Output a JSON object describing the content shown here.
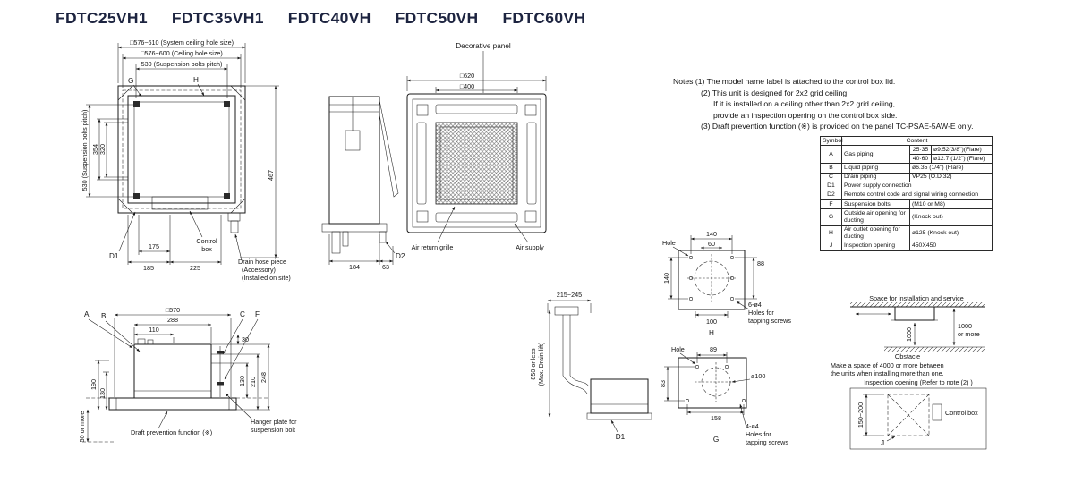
{
  "page": {
    "bg": "#ffffff",
    "ink": "#141414",
    "title_color": "#1d2440"
  },
  "models": {
    "m1": "FDTC25VH1",
    "m2": "FDTC35VH1",
    "m3": "FDTC40VH",
    "m4": "FDTC50VH",
    "m5": "FDTC60VH"
  },
  "plan": {
    "dim_system_hole": "□576~610 (System ceiling hole size)",
    "dim_ceiling_hole": "□576~600 (Ceiling hole size)",
    "dim_bolt_pitch_top": "530 (Suspension bolts pitch)",
    "dim_bolt_pitch_left": "530 (Suspension bolts pitch)",
    "g": "G",
    "h": "H",
    "dim_354": "354",
    "dim_320": "320",
    "dim_467": "467",
    "d1": "D1",
    "dim_175": "175",
    "dim_185": "185",
    "dim_225": "225",
    "control_box_1": "Control",
    "control_box_2": "box",
    "drain_1": "Drain hose piece",
    "drain_2": "(Accessory)",
    "drain_3": "(Installed on site)"
  },
  "side": {
    "dim_184": "184",
    "dim_63": "63",
    "d2": "D2"
  },
  "panel": {
    "title": "Decorative panel",
    "dim_620": "□620",
    "dim_400": "□400",
    "air_return": "Air return grille",
    "air_supply": "Air supply"
  },
  "notes": {
    "l1": "Notes (1) The model name label is attached to the control box lid.",
    "l2": "(2) This unit is designed for 2x2 grid ceiling.",
    "l3": "If it is installed on a ceiling other than 2x2 grid ceiling,",
    "l4": "provide an inspection opening on the control box side.",
    "l5": "(3) Draft prevention function (※) is provided on the panel TC-PSAE-5AW-E only."
  },
  "spec_table": {
    "h_symbol": "Symbol",
    "h_content": "Content",
    "a_sym": "A",
    "a_name": "Gas piping",
    "a_m1": "25·35",
    "a_v1": "ø9.52(3/8\")(Flare)",
    "a_m2": "40·60",
    "a_v2": "ø12.7 (1/2\") (Flare)",
    "b_sym": "B",
    "b_name": "Liquid piping",
    "b_val": "ø6.35 (1/4\") (Flare)",
    "c_sym": "C",
    "c_name": "Drain piping",
    "c_val": "VP25 (O.D.32)",
    "d1_sym": "D1",
    "d1_name": "Power supply connection",
    "d2_sym": "D2",
    "d2_name": "Remote control code and signal wiring connection",
    "f_sym": "F",
    "f_name": "Suspension bolts",
    "f_val": "(M10 or M8)",
    "g_sym": "G",
    "g_name": "Outside air opening for ducting",
    "g_val": "(Knock out)",
    "h_sym": "H",
    "h_name": "Air outlet opening for ducting",
    "h_val": "ø125 (Knock out)",
    "j_sym": "J",
    "j_name": "Inspection opening",
    "j_val": "450X450"
  },
  "section": {
    "a": "A",
    "b": "B",
    "c": "C",
    "f": "F",
    "dim_570": "□570",
    "dim_288": "288",
    "dim_110": "110",
    "dim_190": "190",
    "dim_130l": "130",
    "dim_30": "30",
    "dim_130r": "130",
    "dim_210": "210",
    "dim_248": "248",
    "dim_50": "50 or more",
    "draft": "Draft prevention function (※)",
    "hanger_1": "Hanger plate for",
    "hanger_2": "suspension bolt"
  },
  "drain_lift": {
    "dim_215_245": "215~245",
    "dim_850": "850 or less",
    "dim_850b": "(Max. Drain lift)",
    "d1": "D1"
  },
  "hole_h": {
    "hole": "Hole",
    "dim_140t": "140",
    "dim_60": "60",
    "dim_88": "88",
    "dim_140l": "140",
    "dim_100": "100",
    "screws_1": "6-ø4",
    "screws_2": "Holes for",
    "screws_3": "tapping screws",
    "h": "H"
  },
  "hole_g": {
    "hole": "Hole",
    "dim_89": "89",
    "dim_83": "83",
    "dim_100": "ø100",
    "dim_158": "158",
    "screws_1": "4-ø4",
    "screws_2": "Holes for",
    "screws_3": "tapping screws",
    "g": "G"
  },
  "space": {
    "title": "Space for installation and service",
    "dim_1000": "1000",
    "dim_1000r1": "1000",
    "dim_1000r2": "or more",
    "obstacle": "Obstacle",
    "note_1": "Make a space of 4000 or more between",
    "note_2": "the units when installing more than one."
  },
  "inspection": {
    "title": "Inspection opening (Refer to note (2) )",
    "dim_150_200": "150~200",
    "control_box": "Control box",
    "j": "J"
  }
}
